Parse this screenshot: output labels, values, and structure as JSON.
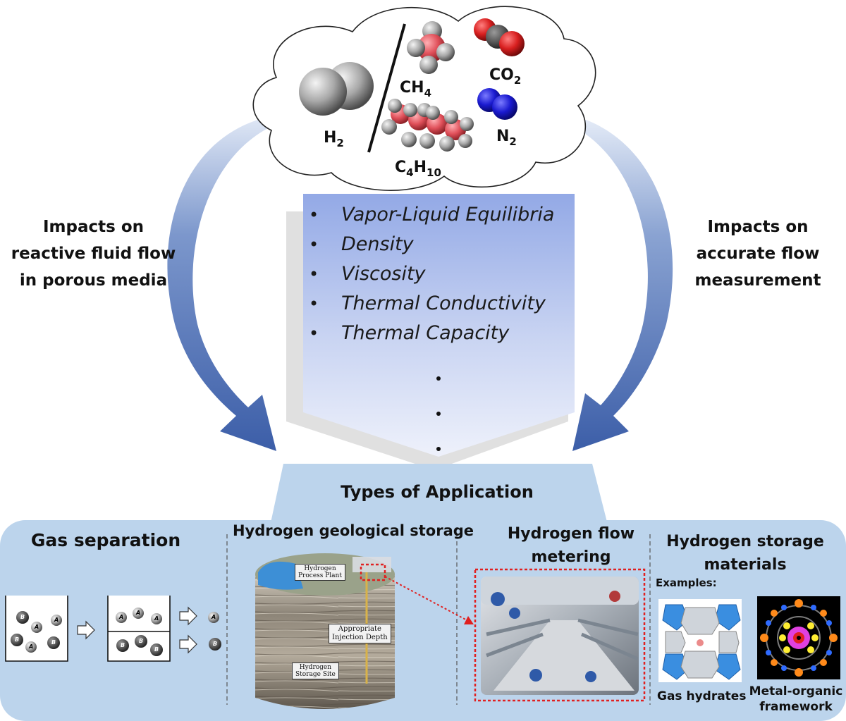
{
  "molecules": {
    "h2": "H",
    "h2_sub": "2",
    "ch4": "CH",
    "ch4_sub": "4",
    "co2": "CO",
    "co2_sub": "2",
    "n2": "N",
    "n2_sub": "2",
    "c4h10_a": "C",
    "c4h10_a_sub": "4",
    "c4h10_b": "H",
    "c4h10_b_sub": "10"
  },
  "properties": [
    "Vapor-Liquid Equilibria",
    "Density",
    "Viscosity",
    "Thermal Conductivity",
    "Thermal Capacity"
  ],
  "impacts": {
    "left": [
      "Impacts on",
      "reactive fluid flow",
      "in porous media"
    ],
    "right": [
      "Impacts on",
      "accurate flow",
      "measurement"
    ]
  },
  "applications": {
    "header": "Types of Application",
    "gas_separation": {
      "title": "Gas separation",
      "particle_a": "A",
      "particle_b": "B"
    },
    "geological_storage": {
      "title": "Hydrogen geological storage",
      "callout_plant": [
        "Hydrogen",
        "Process Plant"
      ],
      "callout_depth": [
        "Appropriate",
        "Injection Depth"
      ],
      "callout_site": [
        "Hydrogen",
        "Storage Site"
      ]
    },
    "flow_metering": {
      "title": [
        "Hydrogen flow",
        "metering"
      ]
    },
    "storage_materials": {
      "title": [
        "Hydrogen storage",
        "materials"
      ],
      "examples_label": "Examples:",
      "gas_hydrates": "Gas hydrates",
      "mof": [
        "Metal-organic",
        "framework"
      ]
    }
  },
  "colors": {
    "arrow_dark": "#3c5ea8",
    "arrow_light": "#c9d6ec",
    "property_box_top": "#93a9e6",
    "property_box_bottom": "#eef1fb",
    "application_bg": "#bcd4ec",
    "highlight_red": "#e02020",
    "h2_gray": "#b5b5b5",
    "ch_red": "#e0505a",
    "co2_red": "#d81f1f",
    "n2_blue": "#1a1ad0"
  }
}
